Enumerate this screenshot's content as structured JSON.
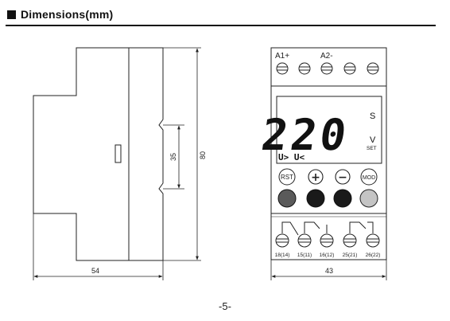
{
  "section": {
    "title": "Dimensions(mm)"
  },
  "side_view": {
    "dimensions": {
      "width": "54",
      "height": "80",
      "slot": "35"
    }
  },
  "front_view": {
    "top_terminals": {
      "labels": [
        "A1+",
        "A2-"
      ]
    },
    "display": {
      "digits": "220",
      "unit_s": "S",
      "unit_v": "V",
      "set_label": "SET",
      "status": "U> U<"
    },
    "buttons": {
      "rst": "RST",
      "plus": "+",
      "minus": "−",
      "mod": "MOD"
    },
    "bottom_terminals": {
      "labels": [
        "18(14)",
        "15(11)",
        "16(12)",
        "25(21)",
        "26(22)"
      ]
    },
    "dimensions": {
      "width": "43"
    }
  },
  "footer": {
    "page_number": "-5-"
  }
}
